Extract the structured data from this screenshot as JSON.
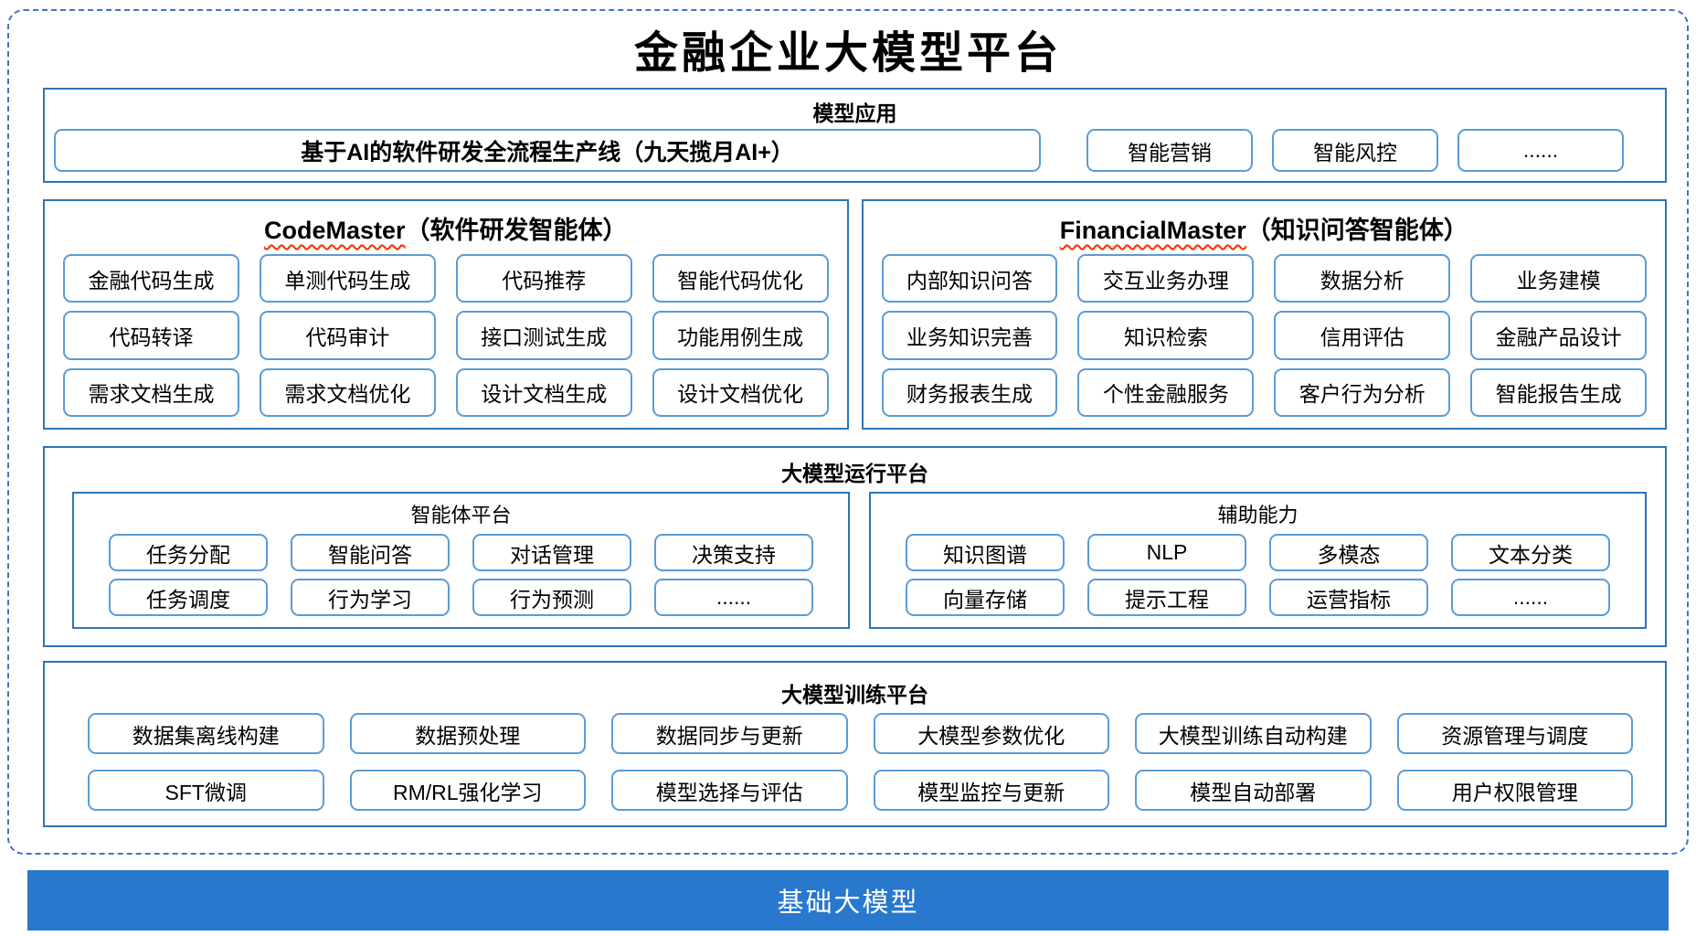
{
  "title": "金融企业大模型平台",
  "colors": {
    "frame_dashed": "#4472C4",
    "box_border": "#2E74B5",
    "pill_border": "#5B9BD5",
    "base_bar_bg": "#2878CE",
    "underline": "#FF2A00"
  },
  "model_app": {
    "title": "模型应用",
    "main_item": "基于AI的软件研发全流程生产线（九天揽月AI+）",
    "items": [
      "智能营销",
      "智能风控",
      "......"
    ]
  },
  "agents": [
    {
      "name_en": "CodeMaster",
      "name_cn": "（软件研发智能体）",
      "items": [
        "金融代码生成",
        "单测代码生成",
        "代码推荐",
        "智能代码优化",
        "代码转译",
        "代码审计",
        "接口测试生成",
        "功能用例生成",
        "需求文档生成",
        "需求文档优化",
        "设计文档生成",
        "设计文档优化"
      ]
    },
    {
      "name_en": "FinancialMaster",
      "name_cn": "（知识问答智能体）",
      "items": [
        "内部知识问答",
        "交互业务办理",
        "数据分析",
        "业务建模",
        "业务知识完善",
        "知识检索",
        "信用评估",
        "金融产品设计",
        "财务报表生成",
        "个性金融服务",
        "客户行为分析",
        "智能报告生成"
      ]
    }
  ],
  "runtime": {
    "title": "大模型运行平台",
    "groups": [
      {
        "title": "智能体平台",
        "items": [
          "任务分配",
          "智能问答",
          "对话管理",
          "决策支持",
          "任务调度",
          "行为学习",
          "行为预测",
          "......"
        ]
      },
      {
        "title": "辅助能力",
        "items": [
          "知识图谱",
          "NLP",
          "多模态",
          "文本分类",
          "向量存储",
          "提示工程",
          "运营指标",
          "......"
        ]
      }
    ]
  },
  "training": {
    "title": "大模型训练平台",
    "items": [
      "数据集离线构建",
      "数据预处理",
      "数据同步与更新",
      "大模型参数优化",
      "大模型训练自动构建",
      "资源管理与调度",
      "SFT微调",
      "RM/RL强化学习",
      "模型选择与评估",
      "模型监控与更新",
      "模型自动部署",
      "用户权限管理"
    ]
  },
  "base": {
    "label": "基础大模型"
  }
}
